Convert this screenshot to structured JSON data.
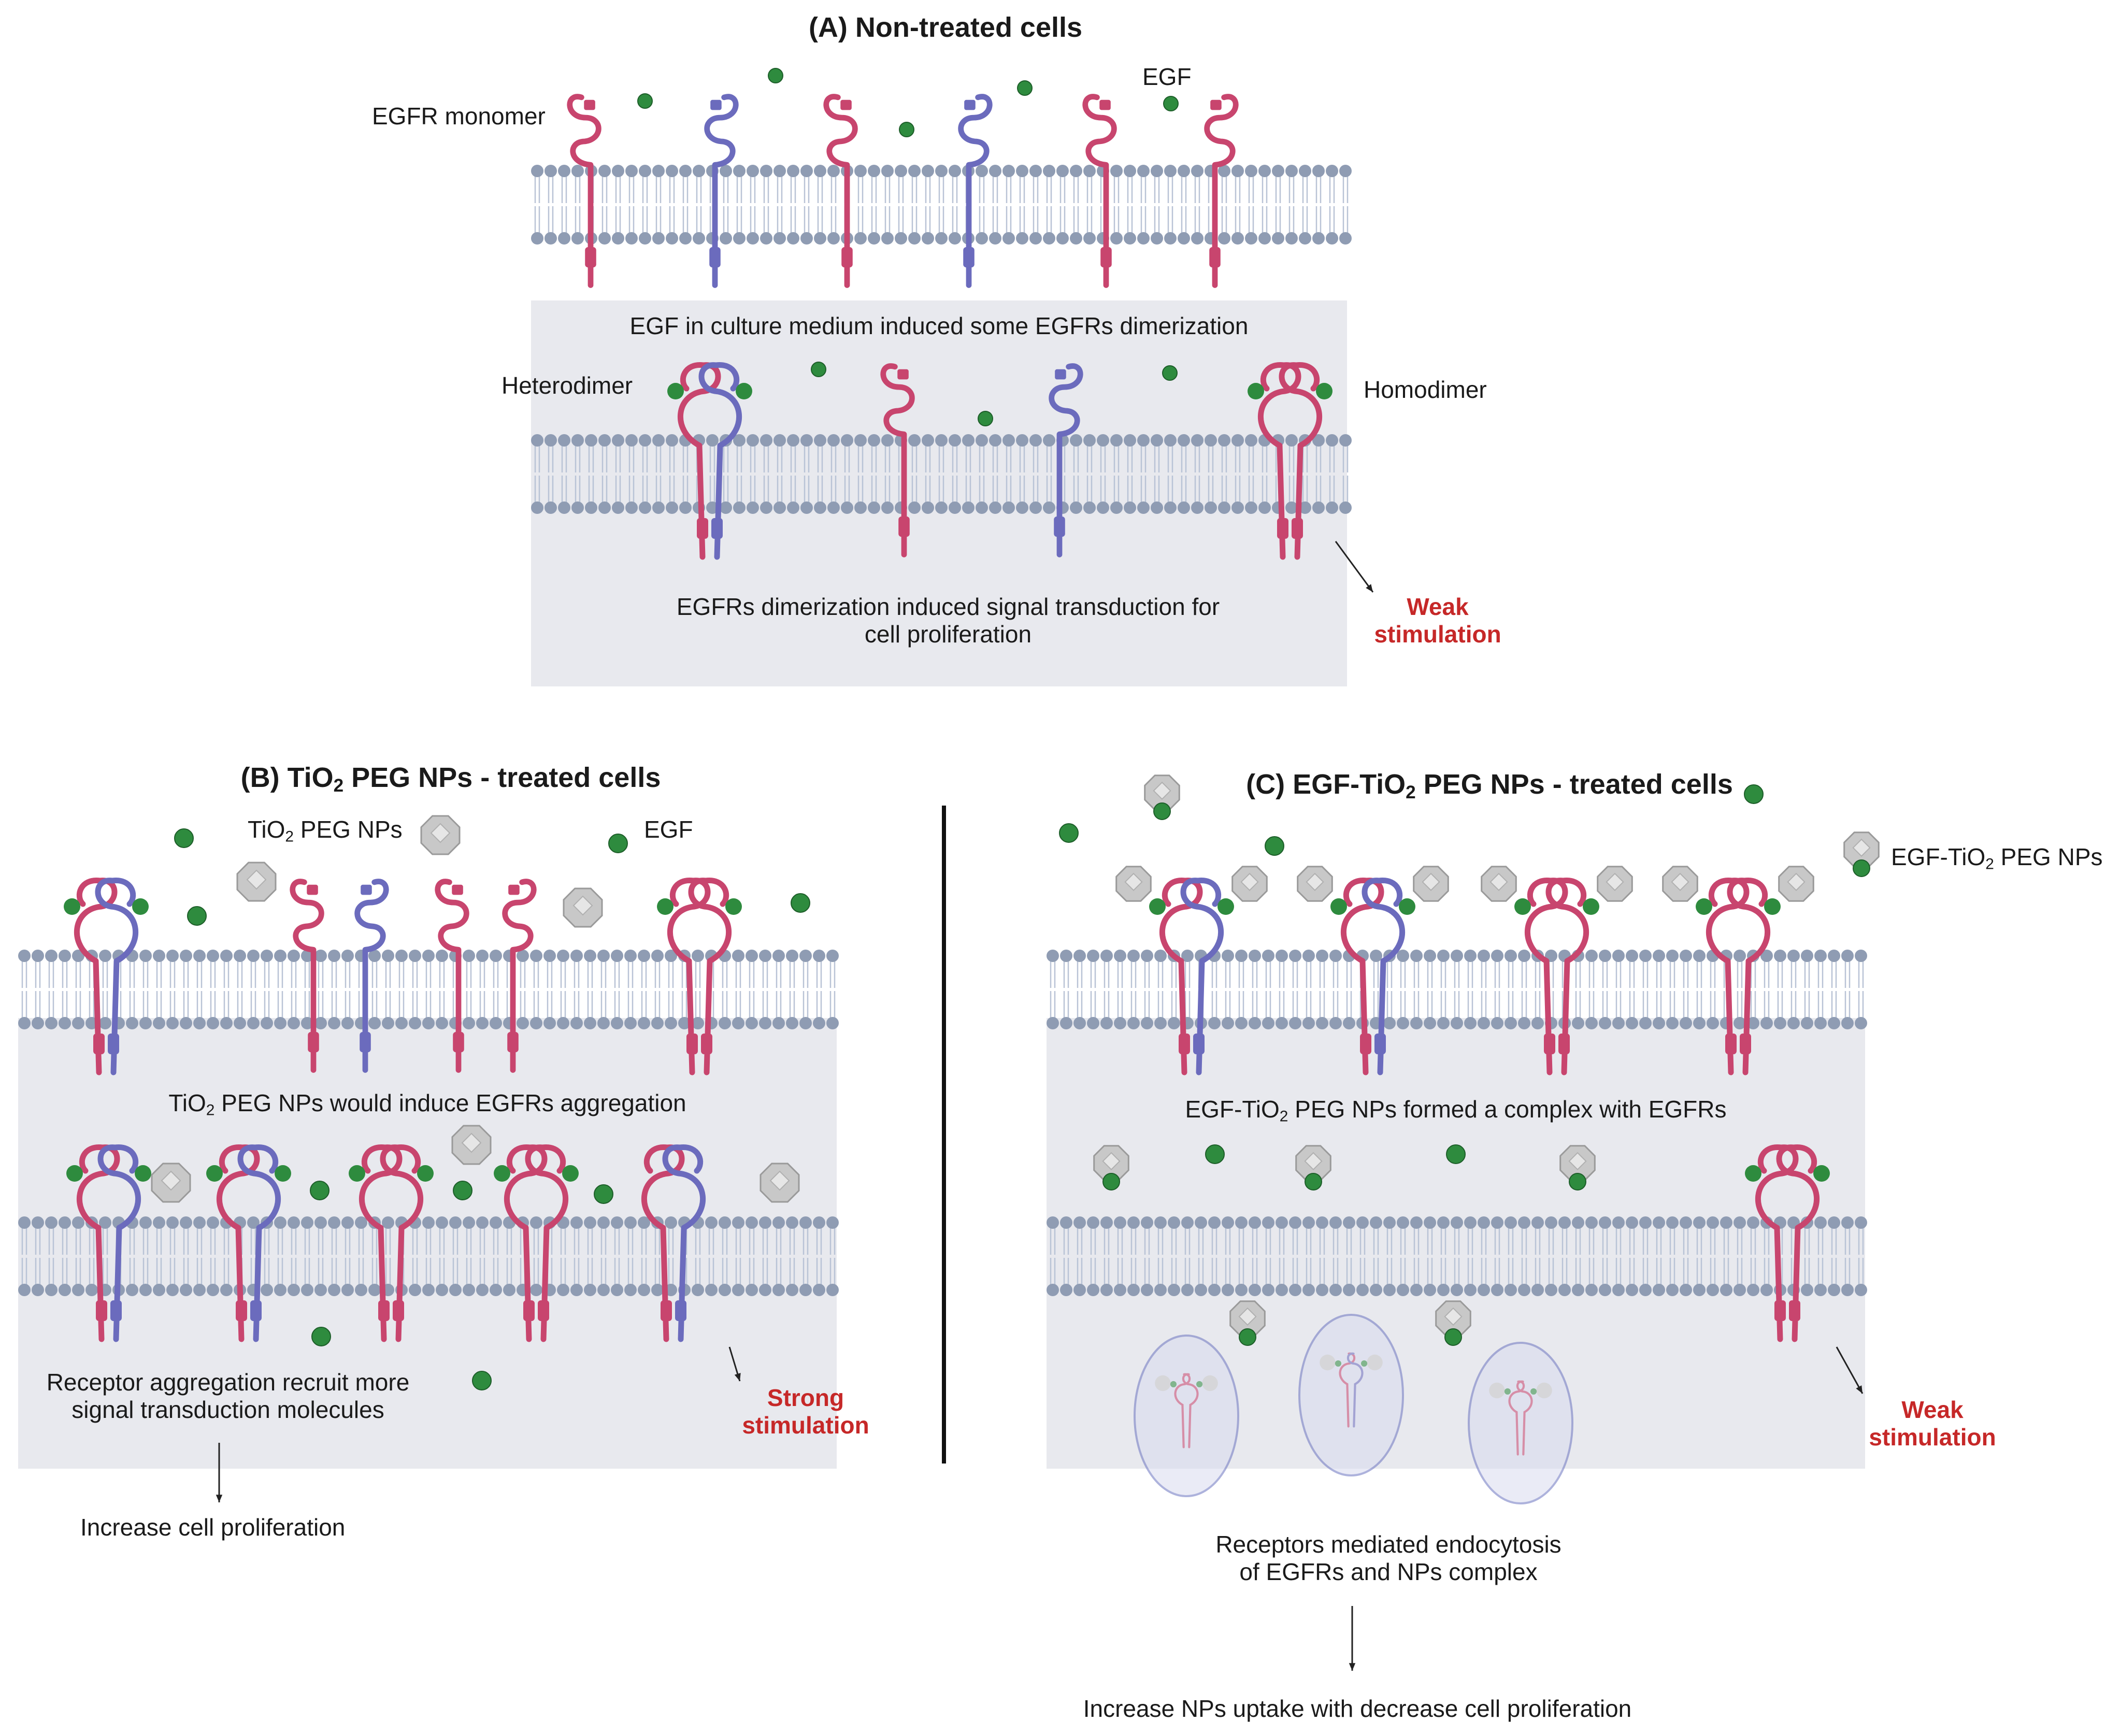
{
  "panel_a": {
    "title": "(A) Non-treated cells",
    "label_monomer": "EGFR monomer",
    "label_egf": "EGF",
    "middle_caption": "EGF in culture medium induced some EGFRs dimerization",
    "label_heterodimer": "Heterodimer",
    "label_homodimer": "Homodimer",
    "bottom_caption_1": "EGFRs dimerization induced signal transduction for",
    "bottom_caption_2": "cell proliferation",
    "stim_1": "Weak",
    "stim_2": "stimulation"
  },
  "panel_b": {
    "title_prefix": "(B) TiO",
    "title_sub": "2",
    "title_suffix": " PEG NPs - treated cells",
    "label_np_prefix": "TiO",
    "label_np_sub": "2",
    "label_np_suffix": " PEG NPs",
    "label_egf": "EGF",
    "middle_caption_prefix": "TiO",
    "middle_caption_sub": "2",
    "middle_caption_suffix": " PEG NPs would induce EGFRs aggregation",
    "bottom_caption_1": "Receptor aggregation recruit more",
    "bottom_caption_2": "signal transduction molecules",
    "stim_1": "Strong",
    "stim_2": "stimulation",
    "outcome": "Increase cell proliferation"
  },
  "panel_c": {
    "title_prefix": "(C) EGF-TiO",
    "title_sub": "2",
    "title_suffix": " PEG NPs - treated cells",
    "label_np_prefix": "EGF-TiO",
    "label_np_sub": "2",
    "label_np_suffix": " PEG NPs",
    "middle_caption_prefix": "EGF-TiO",
    "middle_caption_sub": "2",
    "middle_caption_suffix": " PEG NPs formed a complex with EGFRs",
    "bottom_caption_1": "Receptors mediated endocytosis",
    "bottom_caption_2": "of EGFRs and NPs complex",
    "stim_1": "Weak",
    "stim_2": "stimulation",
    "outcome": "Increase NPs uptake with decrease cell proliferation"
  },
  "colors": {
    "egfr_red": "#c8456e",
    "egfr_blue": "#6b6bbd",
    "egf_green": "#2e8b3e",
    "membrane_head": "#8f9cb3",
    "cell_background": "#e8e9ee",
    "nanoparticle": "#c8c8c8",
    "stimulation_text": "#c62828"
  }
}
